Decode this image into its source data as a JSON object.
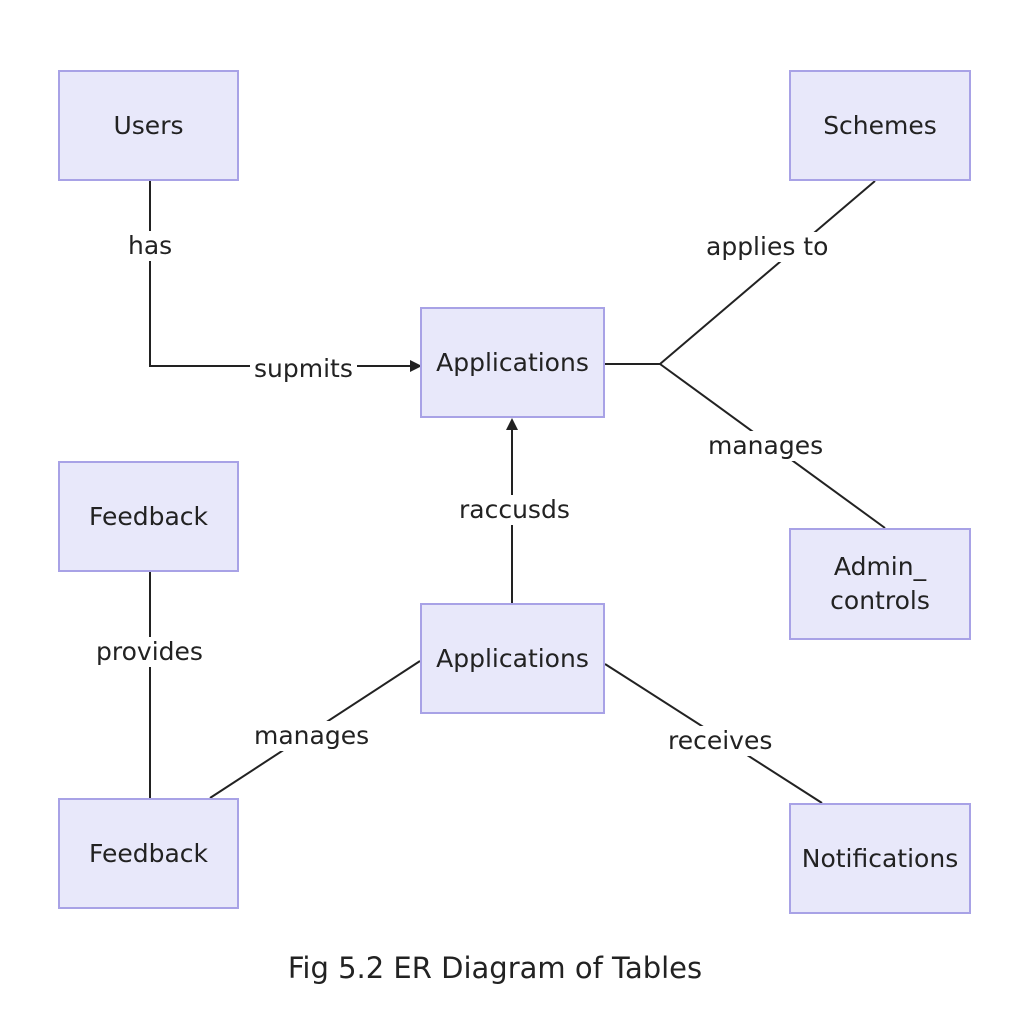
{
  "diagram": {
    "entities": {
      "users": "Users",
      "schemes": "Schemes",
      "applications_top": "Applications",
      "feedback_top": "Feedback",
      "admin_controls": "Admin_\ncontrols",
      "applications_bottom": "Applications",
      "feedback_bottom": "Feedback",
      "notifications": "Notifications"
    },
    "relationships": {
      "has": "has",
      "supmits": "supmits",
      "applies_to": "applies to",
      "manages_right": "manages",
      "raccusds": "raccusds",
      "provides": "provides",
      "manages_left": "manages",
      "receives": "receives"
    },
    "caption": "Fig 5.2  ER Diagram of Tables"
  },
  "colors": {
    "entity_fill": "#e8e8fa",
    "entity_border": "#a8a2e6",
    "line": "#222222",
    "text": "#222222",
    "background": "#ffffff"
  }
}
